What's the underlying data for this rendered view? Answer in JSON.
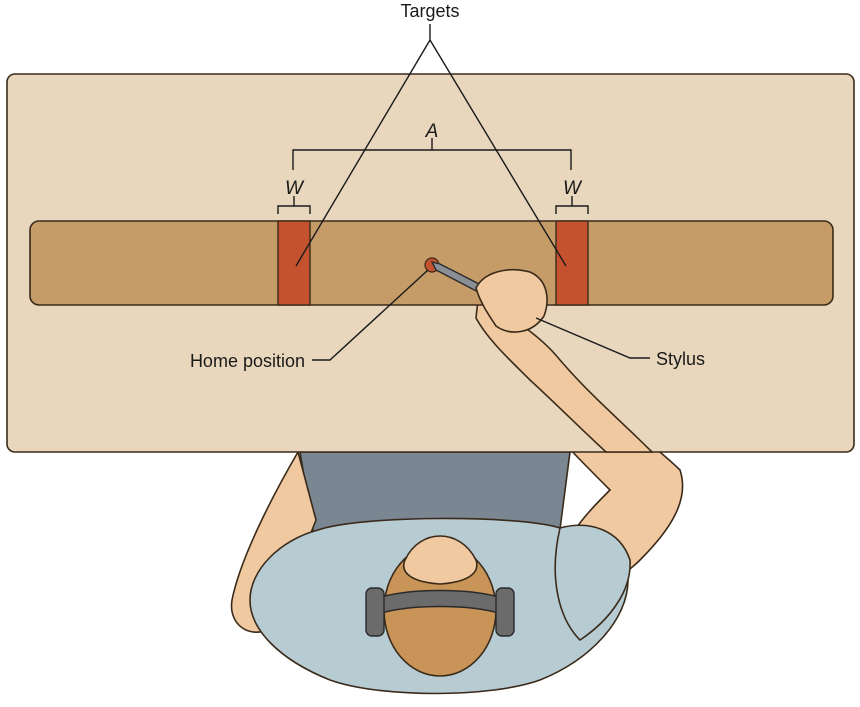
{
  "labels": {
    "targets": "Targets",
    "amplitude": "A",
    "width_left": "W",
    "width_right": "W",
    "home_position": "Home position",
    "stylus": "Stylus"
  },
  "colors": {
    "table": "#e8d6bd",
    "board": "#c59b68",
    "target": "#c5522f",
    "home_dot": "#c5522f",
    "shirt": "#b7cbd3",
    "pants": "#7a8792",
    "skin": "#f0c9a0",
    "hair": "#c89458",
    "headphones": "#6b6b6b",
    "stylus": "#8a8f96"
  }
}
